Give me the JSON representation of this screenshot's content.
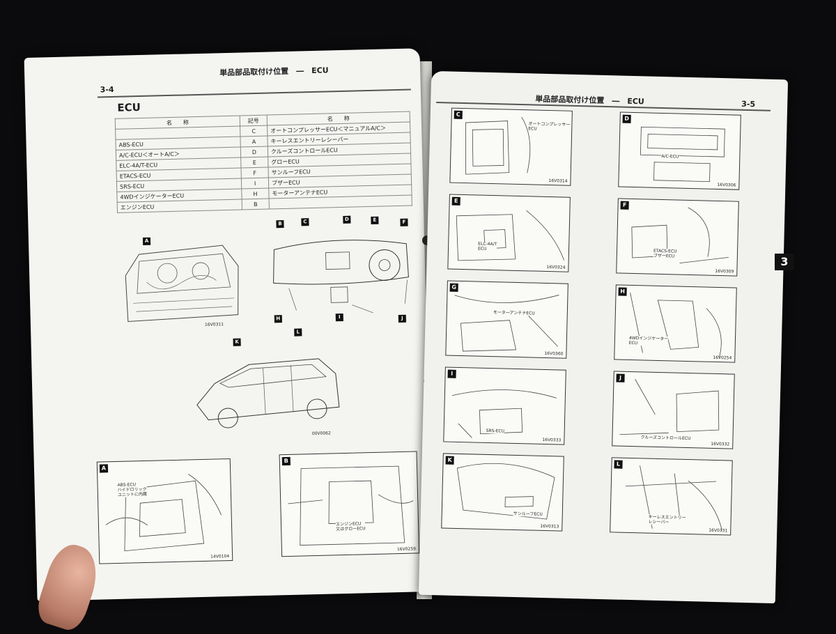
{
  "left_page": {
    "page_number": "3-4",
    "header_title": "単品部品取付け位置　―　ECU",
    "section_title": "ECU",
    "table": {
      "headers": [
        "名　　称",
        "記号",
        "名　　称"
      ],
      "rows": [
        [
          "",
          "C",
          "オートコンプレッサーECU＜マニュアルA/C＞"
        ],
        [
          "ABS-ECU",
          "A",
          "キーレスエントリーレシーバー"
        ],
        [
          "A/C-ECU＜オートA/C＞",
          "D",
          "クルーズコントロールECU"
        ],
        [
          "ELC-4A/T-ECU",
          "E",
          "グローECU"
        ],
        [
          "ETACS-ECU",
          "F",
          "サンルーフECU"
        ],
        [
          "SRS-ECU",
          "I",
          "ブザーECU"
        ],
        [
          "4WDインジケーターECU",
          "H",
          "モーターアンテナECU"
        ],
        [
          "エンジンECU",
          "B",
          ""
        ]
      ]
    },
    "illustrations": {
      "engine": {
        "tag": "A",
        "code": "16V0311"
      },
      "dashboard": {
        "tags": [
          "B",
          "C",
          "D",
          "E",
          "F",
          "H",
          "I",
          "J"
        ]
      },
      "vehicle": {
        "tags": [
          "K",
          "L"
        ],
        "code": "00V0062"
      }
    },
    "diagrams": [
      {
        "tag": "A",
        "code": "14V0104",
        "label": "ABS-ECU\nハイドロリック\nユニットに内蔵"
      },
      {
        "tag": "B",
        "code": "16V0259",
        "label": "エンジンECU\n又はグローECU"
      }
    ]
  },
  "right_page": {
    "page_number": "3-5",
    "header_title": "単品部品取付け位置　―　ECU",
    "chapter_tab": "3",
    "diagrams": [
      {
        "tag": "C",
        "code": "16V0314",
        "label": "オートコンプレッサー\nECU"
      },
      {
        "tag": "D",
        "code": "16V0306",
        "label": "A/C-ECU"
      },
      {
        "tag": "E",
        "code": "16V0324",
        "label": "ELC-4A/T\nECU"
      },
      {
        "tag": "F",
        "code": "16V0309",
        "label": "ETACS-ECU\nブザーECU"
      },
      {
        "tag": "G",
        "code": "16V0360",
        "label": "モーターアンテナECU"
      },
      {
        "tag": "H",
        "code": "16V0254",
        "label": "4WDインジケーター\nECU"
      },
      {
        "tag": "I",
        "code": "16V0333",
        "label": "SRS-ECU"
      },
      {
        "tag": "J",
        "code": "16V0332",
        "label": "クルーズコントロールECU"
      },
      {
        "tag": "K",
        "code": "16V0313",
        "label": "サンルーフECU"
      },
      {
        "tag": "L",
        "code": "16V0331",
        "label": "キーレスエントリー\nレシーバー"
      }
    ]
  }
}
